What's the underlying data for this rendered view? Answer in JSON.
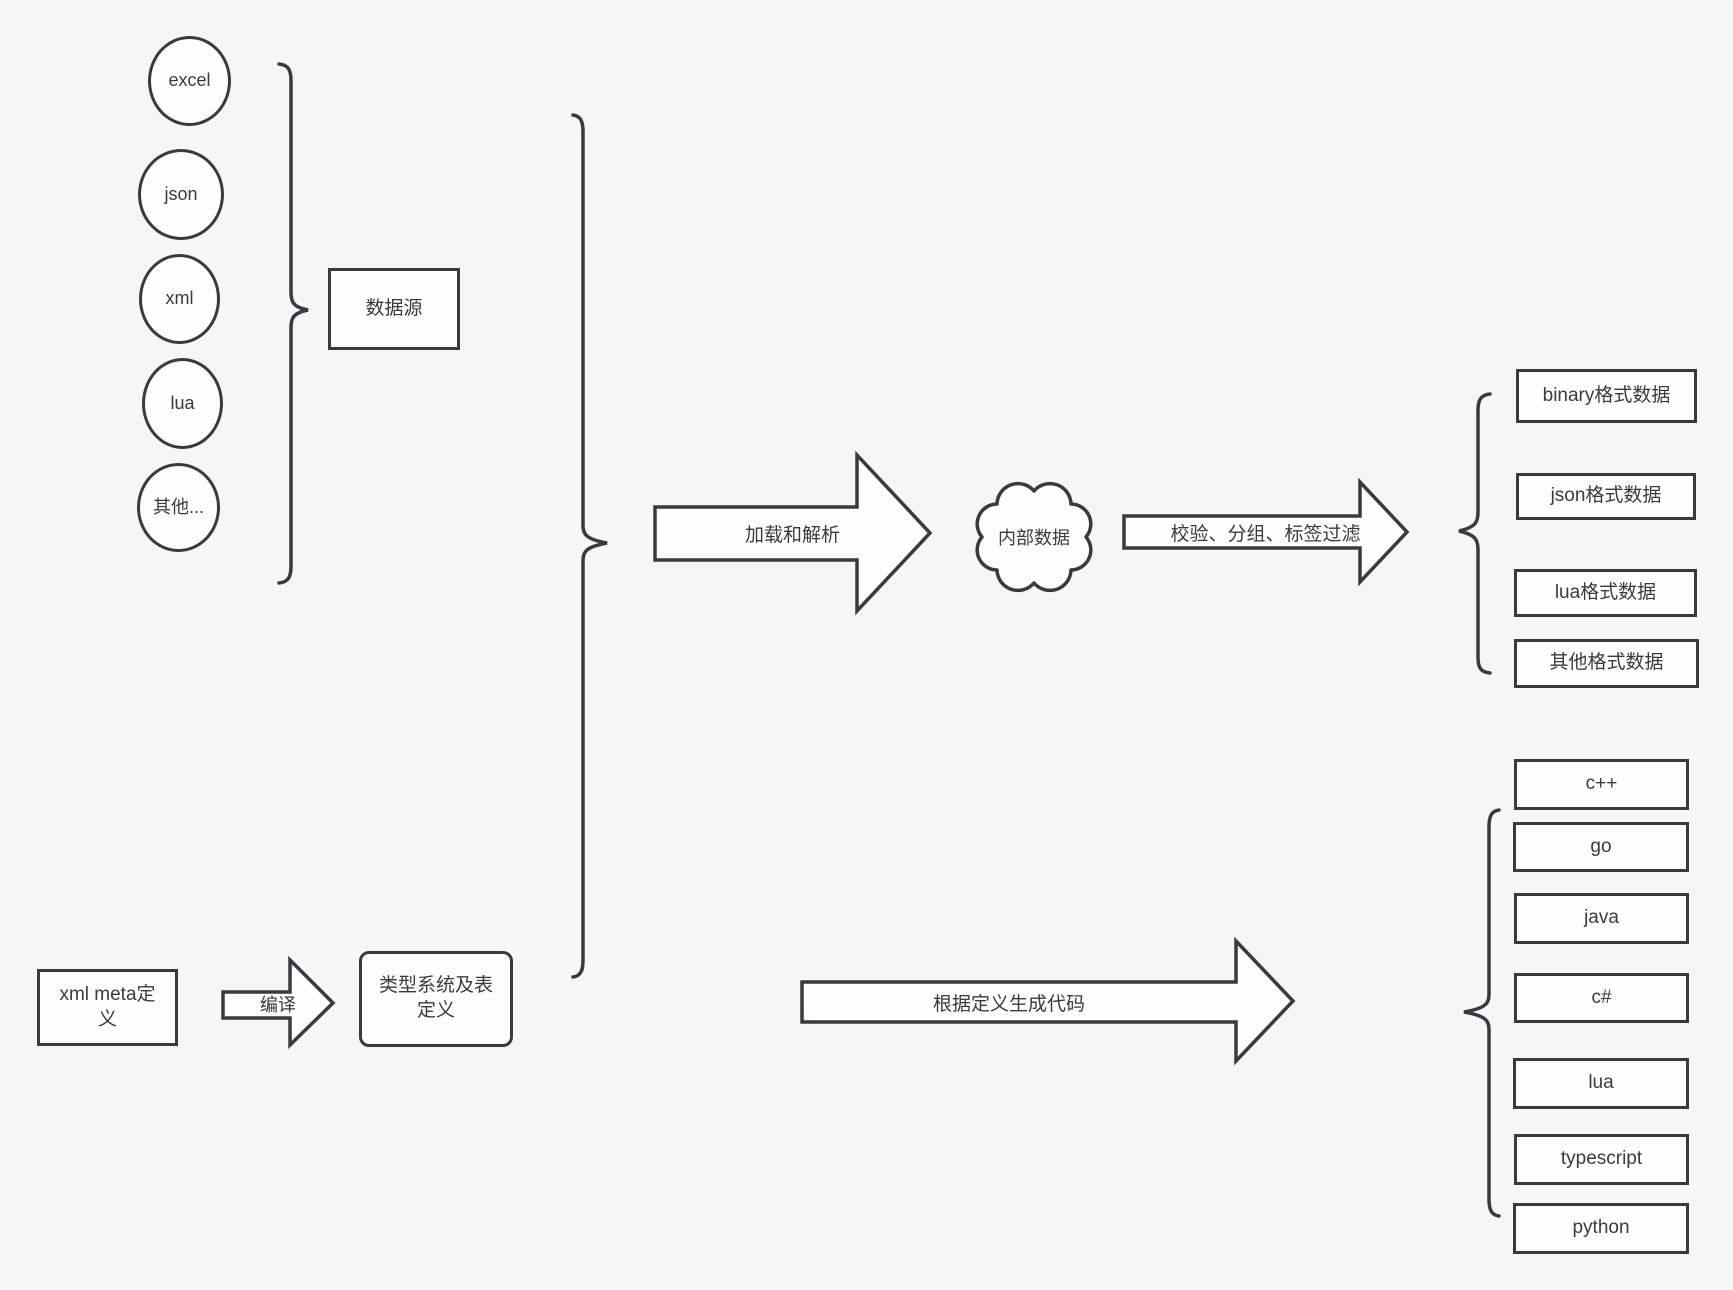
{
  "colors": {
    "background": "#f6f6f7",
    "stroke": "#3a3a3e",
    "shape_fill": "#fdfdfd",
    "text": "#3b3b3b"
  },
  "sources": {
    "nodes": [
      "excel",
      "json",
      "xml",
      "lua",
      "其他..."
    ],
    "group_box_label": "数据源"
  },
  "pipeline": {
    "load_arrow_label": "加载和解析",
    "cloud_label": "内部数据",
    "filter_arrow_label": "校验、分组、标签过滤",
    "output_boxes": [
      "binary格式数据",
      "json格式数据",
      "lua格式数据",
      "其他格式数据"
    ]
  },
  "codegen": {
    "xml_meta_label": "xml meta定义",
    "compile_arrow_label": "编译",
    "type_system_label": "类型系统及表定义",
    "generate_arrow_label": "根据定义生成代码",
    "language_boxes": [
      "c++",
      "go",
      "java",
      "c#",
      "lua",
      "typescript",
      "python"
    ]
  }
}
